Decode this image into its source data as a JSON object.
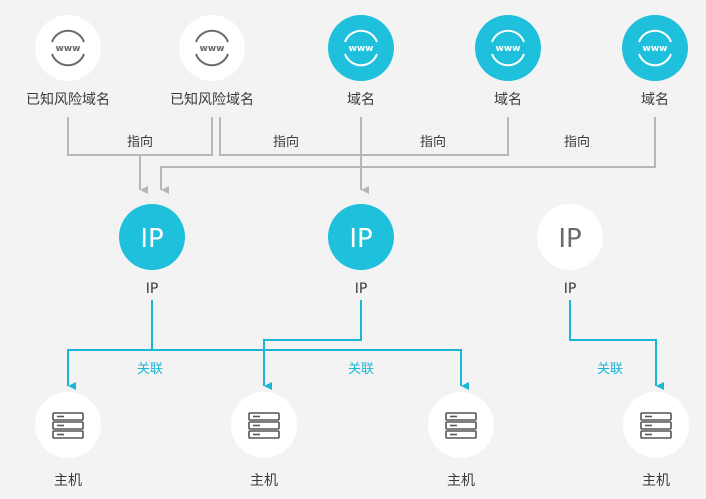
{
  "colors": {
    "accent": "#1ec0dc",
    "line_gray": "#b7b7b7",
    "line_blue": "#1ab6d6",
    "background": "#f3f3f3"
  },
  "domains": [
    {
      "label": "已知风险域名",
      "icon_text": "www",
      "style": "risk"
    },
    {
      "label": "已知风险域名",
      "icon_text": "www",
      "style": "risk"
    },
    {
      "label": "域名",
      "icon_text": "www",
      "style": "normal"
    },
    {
      "label": "域名",
      "icon_text": "www",
      "style": "normal"
    },
    {
      "label": "域名",
      "icon_text": "www",
      "style": "normal"
    }
  ],
  "point_labels": [
    "指向",
    "指向",
    "指向",
    "指向"
  ],
  "ips": [
    {
      "text": "IP",
      "label": "IP",
      "style": "highlight"
    },
    {
      "text": "IP",
      "label": "IP",
      "style": "highlight"
    },
    {
      "text": "IP",
      "label": "IP",
      "style": "plain"
    }
  ],
  "relate_labels": [
    "关联",
    "关联",
    "关联"
  ],
  "hosts": [
    {
      "label": "主机",
      "icon": "server-icon"
    },
    {
      "label": "主机",
      "icon": "server-icon"
    },
    {
      "label": "主机",
      "icon": "server-icon"
    },
    {
      "label": "主机",
      "icon": "server-icon"
    }
  ]
}
